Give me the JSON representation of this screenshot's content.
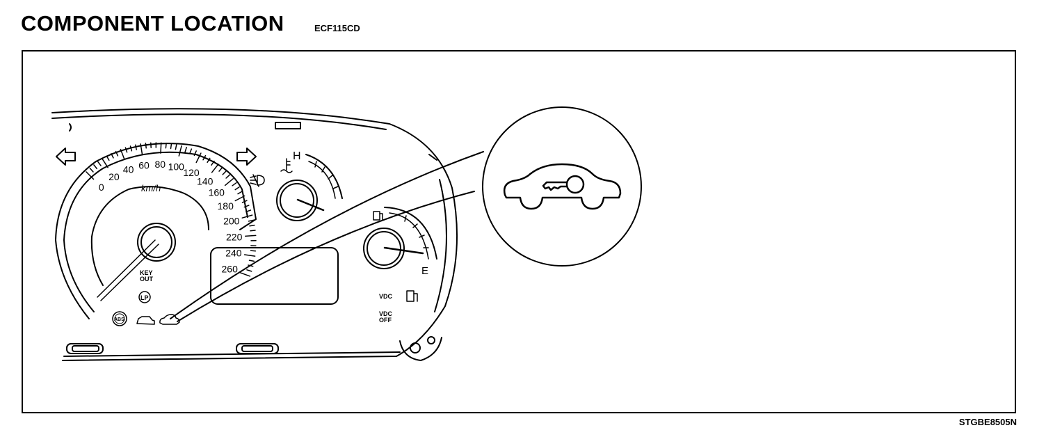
{
  "header": {
    "title": "COMPONENT LOCATION",
    "code": "ECF115CD"
  },
  "footer": {
    "figure_id": "STGBE8505N"
  },
  "cluster": {
    "speed_ticks": [
      "0",
      "20",
      "40",
      "60",
      "80",
      "100",
      "120",
      "140",
      "160",
      "180",
      "200",
      "220",
      "240",
      "260"
    ],
    "speed_unit": "km/h",
    "temp_hot_label": "H",
    "fuel_empty_label": "E",
    "key_out_label_line1": "KEY",
    "key_out_label_line2": "OUT",
    "abs_label": "ABS",
    "lp_label": "LP",
    "vdc_label": "VDC",
    "vdc_off_line1": "VDC",
    "vdc_off_line2": "OFF"
  },
  "callout": {
    "icon": "car-key-icon"
  }
}
